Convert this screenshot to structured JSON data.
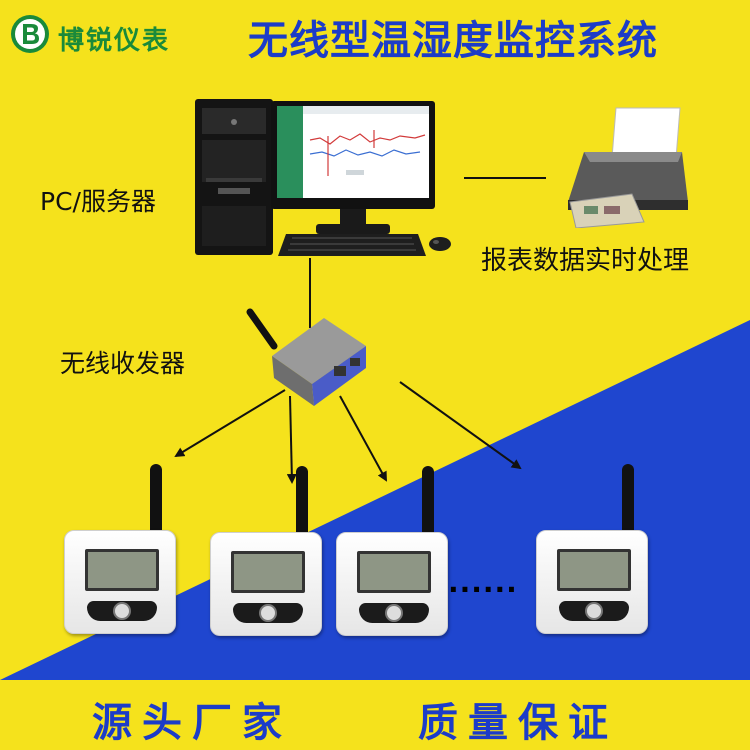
{
  "header": {
    "brand_name": "博锐仪表",
    "title": "无线型温湿度监控系统"
  },
  "labels": {
    "pc": "PC/服务器",
    "report": "报表数据实时处理",
    "transceiver": "无线收发器",
    "ellipsis": "......"
  },
  "footer": {
    "left": "源头厂家",
    "right": "质量保证"
  },
  "colors": {
    "background_yellow": "#f5e21c",
    "background_blue": "#1f46cf",
    "title_blue": "#1c3cc8",
    "brand_green": "#1a8a3a"
  }
}
